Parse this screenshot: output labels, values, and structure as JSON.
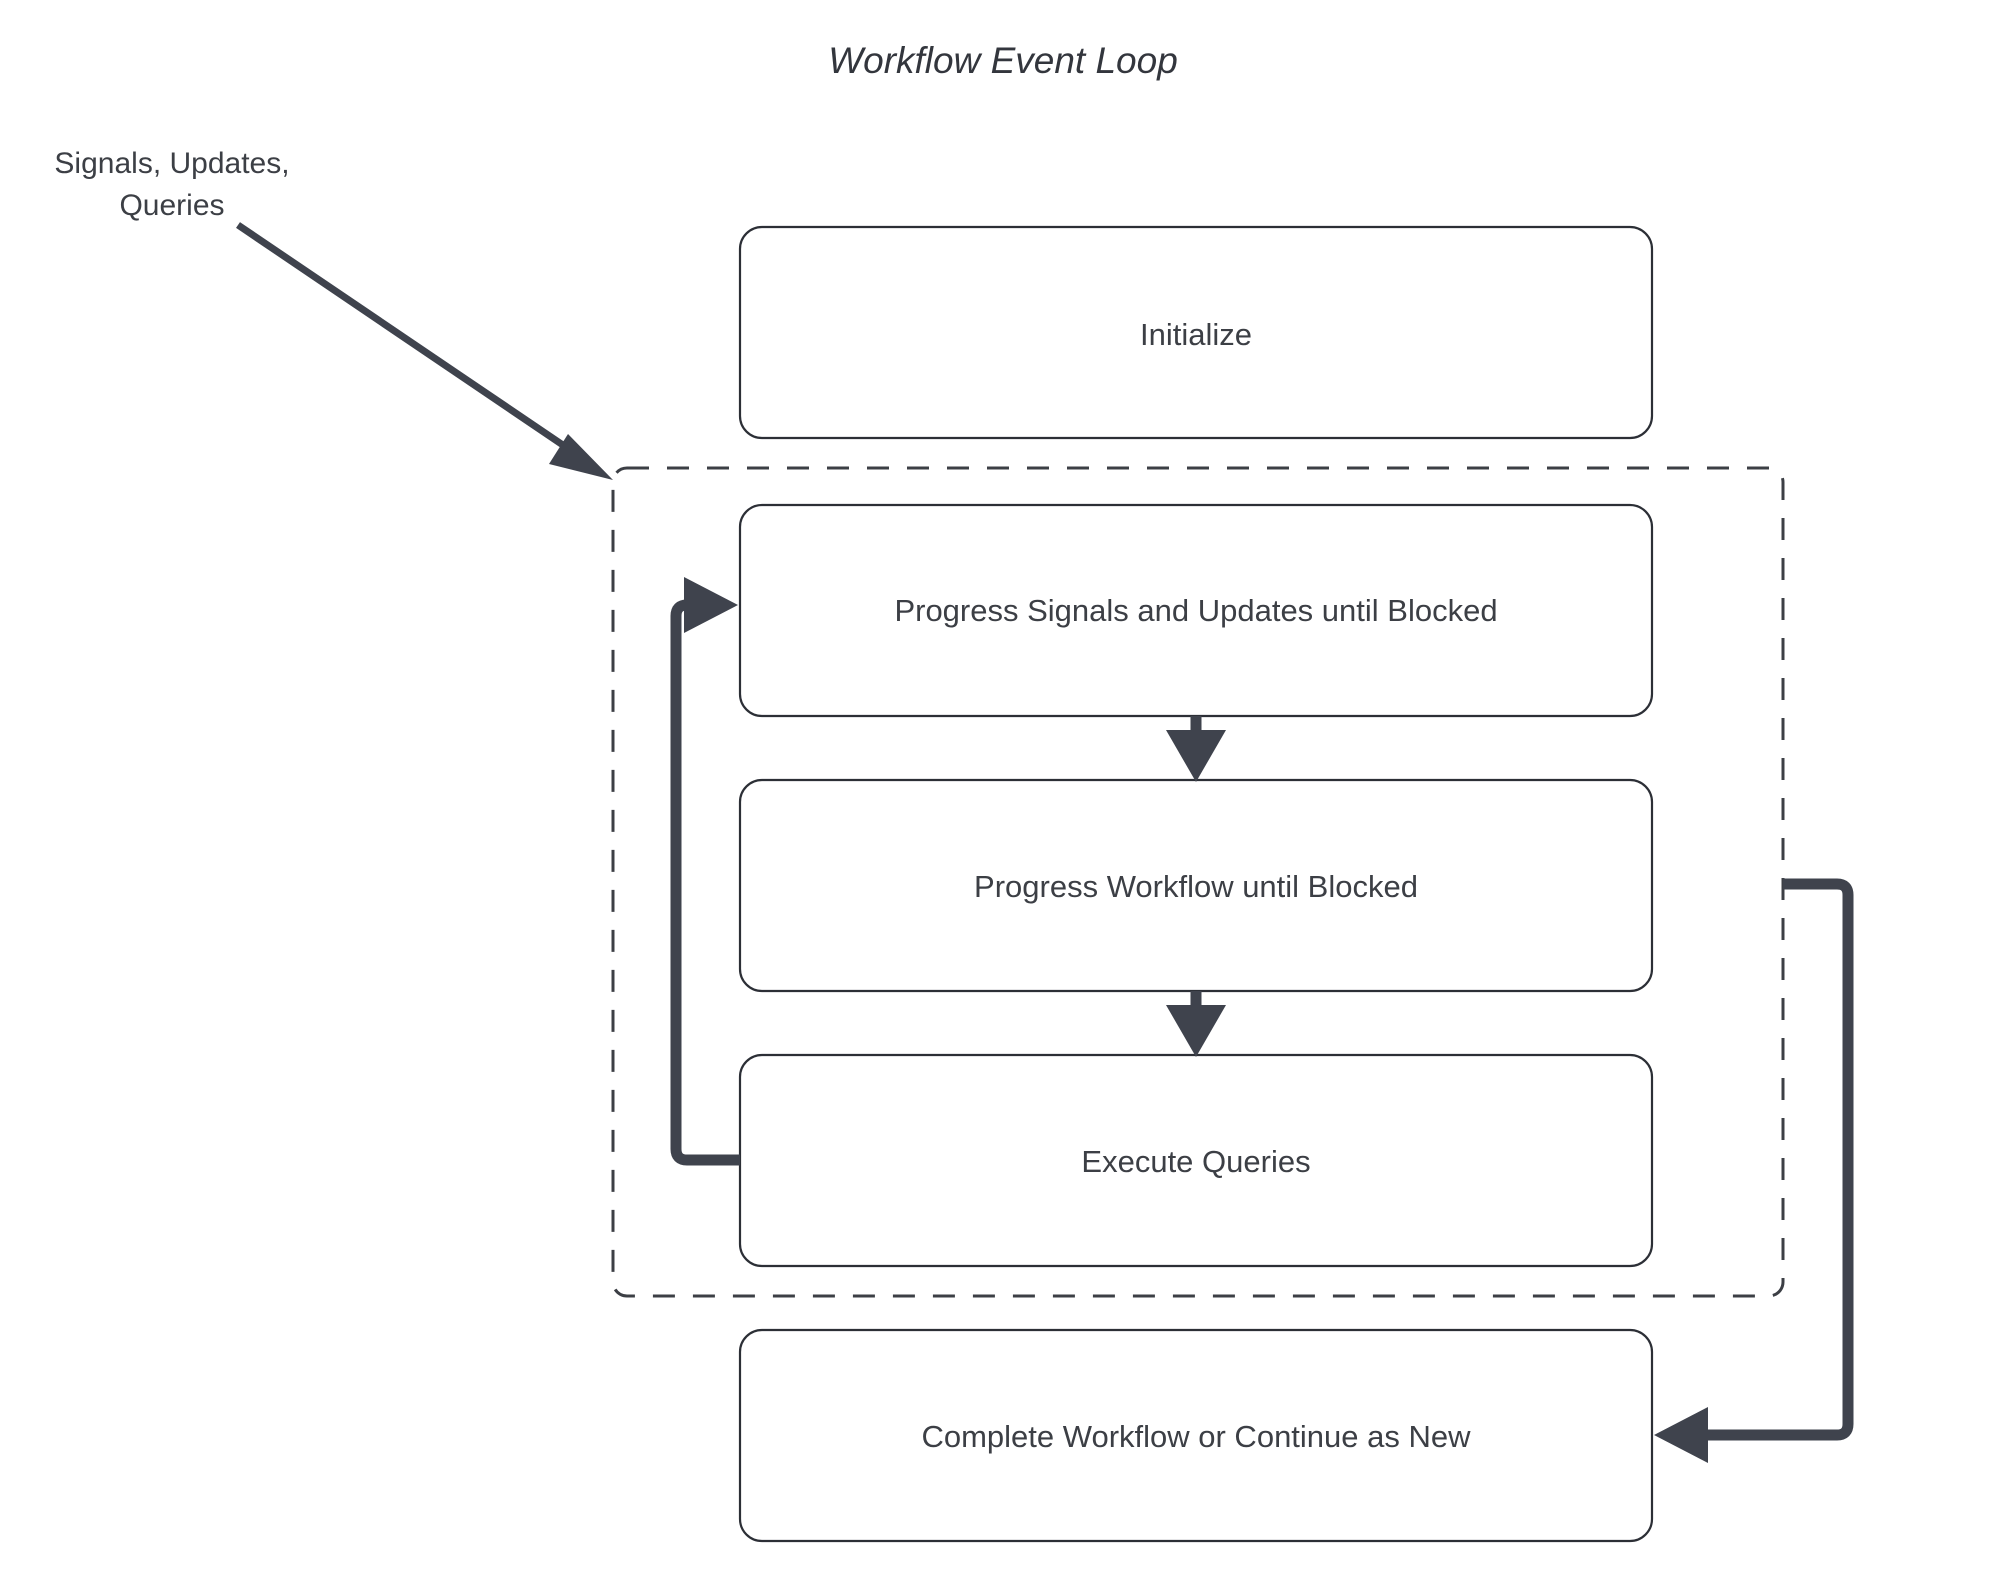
{
  "diagram": {
    "title": "Workflow Event Loop",
    "background_color": "#ffffff",
    "text_color": "#3c3f45",
    "stroke_color": "#3f434d",
    "node_border_color": "#2c2f36",
    "type": "flowchart",
    "external_label": {
      "line1": "Signals, Updates,",
      "line2": "Queries"
    },
    "nodes": [
      {
        "id": "initialize",
        "label": "Initialize"
      },
      {
        "id": "progress-signals",
        "label": "Progress Signals and Updates until Blocked"
      },
      {
        "id": "progress-workflow",
        "label": "Progress Workflow until Blocked"
      },
      {
        "id": "execute-queries",
        "label": "Execute Queries"
      },
      {
        "id": "complete-workflow",
        "label": "Complete Workflow or Continue as New"
      }
    ],
    "group": {
      "id": "event-loop-group",
      "label": "",
      "style": "dashed"
    },
    "edges": [
      {
        "id": "edge-external-to-loop",
        "from": "Signals, Updates, Queries",
        "to": "event-loop-group"
      },
      {
        "id": "edge-signals-to-workflow",
        "from": "Progress Signals and Updates until Blocked",
        "to": "Progress Workflow until Blocked"
      },
      {
        "id": "edge-workflow-to-queries",
        "from": "Progress Workflow until Blocked",
        "to": "Execute Queries"
      },
      {
        "id": "edge-loop-back",
        "from": "Execute Queries",
        "to": "Progress Signals and Updates until Blocked"
      },
      {
        "id": "edge-loop-to-complete",
        "from": "event-loop-group",
        "to": "Complete Workflow or Continue as New"
      }
    ]
  }
}
